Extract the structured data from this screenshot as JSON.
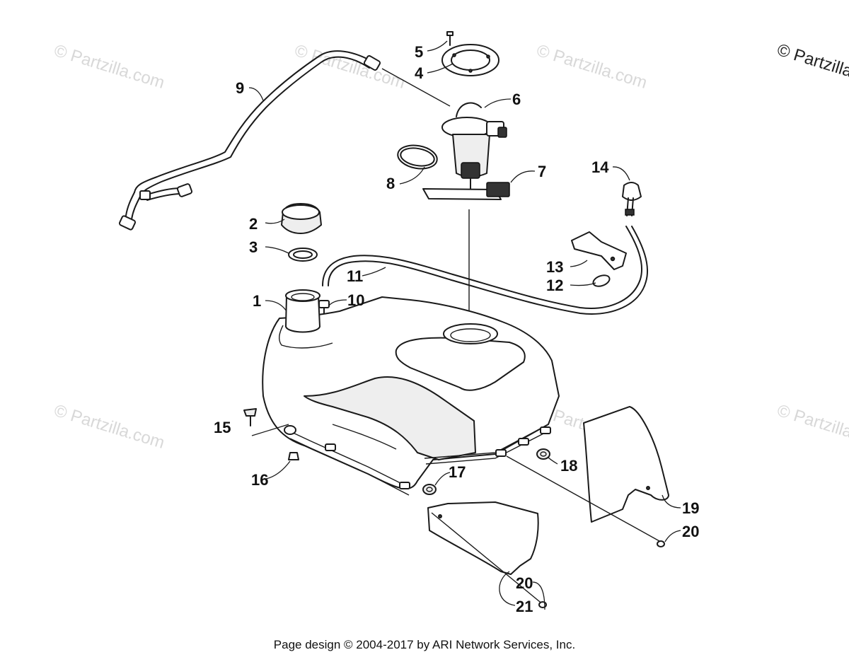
{
  "watermarks": {
    "partzilla": "© Partzilla.com",
    "corner": "© Partzilla"
  },
  "callouts": [
    {
      "id": "c1",
      "label": "1"
    },
    {
      "id": "c2",
      "label": "2"
    },
    {
      "id": "c3",
      "label": "3"
    },
    {
      "id": "c4",
      "label": "4"
    },
    {
      "id": "c5",
      "label": "5"
    },
    {
      "id": "c6",
      "label": "6"
    },
    {
      "id": "c7",
      "label": "7"
    },
    {
      "id": "c8",
      "label": "8"
    },
    {
      "id": "c9",
      "label": "9"
    },
    {
      "id": "c10",
      "label": "10"
    },
    {
      "id": "c11",
      "label": "11"
    },
    {
      "id": "c12",
      "label": "12"
    },
    {
      "id": "c13",
      "label": "13"
    },
    {
      "id": "c14",
      "label": "14"
    },
    {
      "id": "c15",
      "label": "15"
    },
    {
      "id": "c16",
      "label": "16"
    },
    {
      "id": "c17",
      "label": "17"
    },
    {
      "id": "c18",
      "label": "18"
    },
    {
      "id": "c19",
      "label": "19"
    },
    {
      "id": "c20a",
      "label": "20"
    },
    {
      "id": "c20b",
      "label": "20"
    },
    {
      "id": "c21",
      "label": "21"
    }
  ],
  "footer": {
    "text": "Page design © 2004-2017 by ARI Network Services, Inc."
  }
}
